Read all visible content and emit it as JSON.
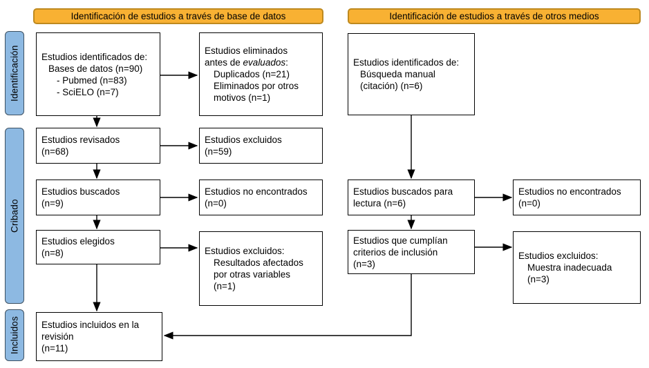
{
  "headers": {
    "databases": "Identificación de estudios a través de base de datos",
    "other_media": "Identificación de estudios a través de otros medios"
  },
  "stages": {
    "identification": "Identificación",
    "screening": "Cribado",
    "included": "Incluidos"
  },
  "boxes": {
    "db_identified": {
      "lines": [
        "Estudios identificados de:",
        "Bases de datos (n=90)",
        "- Pubmed (n=83)",
        "- SciELO (n=7)"
      ]
    },
    "removed_before": {
      "line1": "Estudios eliminados",
      "line2_prefix": "antes de ",
      "line2_italic": "evaluados",
      "line2_suffix": ":",
      "line3": "Duplicados (n=21)",
      "line4": "Eliminados por otros",
      "line5": "motivos (n=1)"
    },
    "reviewed": {
      "lines": [
        "Estudios revisados",
        "(n=68)"
      ]
    },
    "excluded_59": {
      "lines": [
        "Estudios excluidos",
        "(n=59)"
      ]
    },
    "sought": {
      "lines": [
        "Estudios buscados",
        "(n=9)"
      ]
    },
    "not_retrieved": {
      "lines": [
        "Estudios no encontrados",
        "(n=0)"
      ]
    },
    "eligible": {
      "lines": [
        "Estudios elegidos",
        "(n=8)"
      ]
    },
    "excluded_variables": {
      "lines": [
        "Estudios excluidos:",
        "Resultados afectados",
        "por otras variables",
        "(n=1)"
      ]
    },
    "included_review": {
      "lines": [
        "Estudios incluidos en la",
        "revisión",
        "(n=11)"
      ]
    },
    "manual_identified": {
      "lines": [
        "Estudios identificados de:",
        "Búsqueda manual",
        "(citación) (n=6)"
      ]
    },
    "sought_reading": {
      "lines": [
        "Estudios buscados para",
        "lectura (n=6)"
      ]
    },
    "not_retrieved_other": {
      "lines": [
        "Estudios no encontrados",
        "(n=0)"
      ]
    },
    "met_criteria": {
      "lines": [
        "Estudios que cumplían",
        "criterios de inclusión",
        "(n=3)"
      ]
    },
    "excluded_sample": {
      "lines": [
        "Estudios excluidos:",
        "Muestra inadecuada",
        "(n=3)"
      ]
    }
  },
  "colors": {
    "header_fill": "#F8B133",
    "header_border": "#BE891E",
    "stage_fill": "#8DB9E2",
    "stage_border": "#3C4F60"
  }
}
